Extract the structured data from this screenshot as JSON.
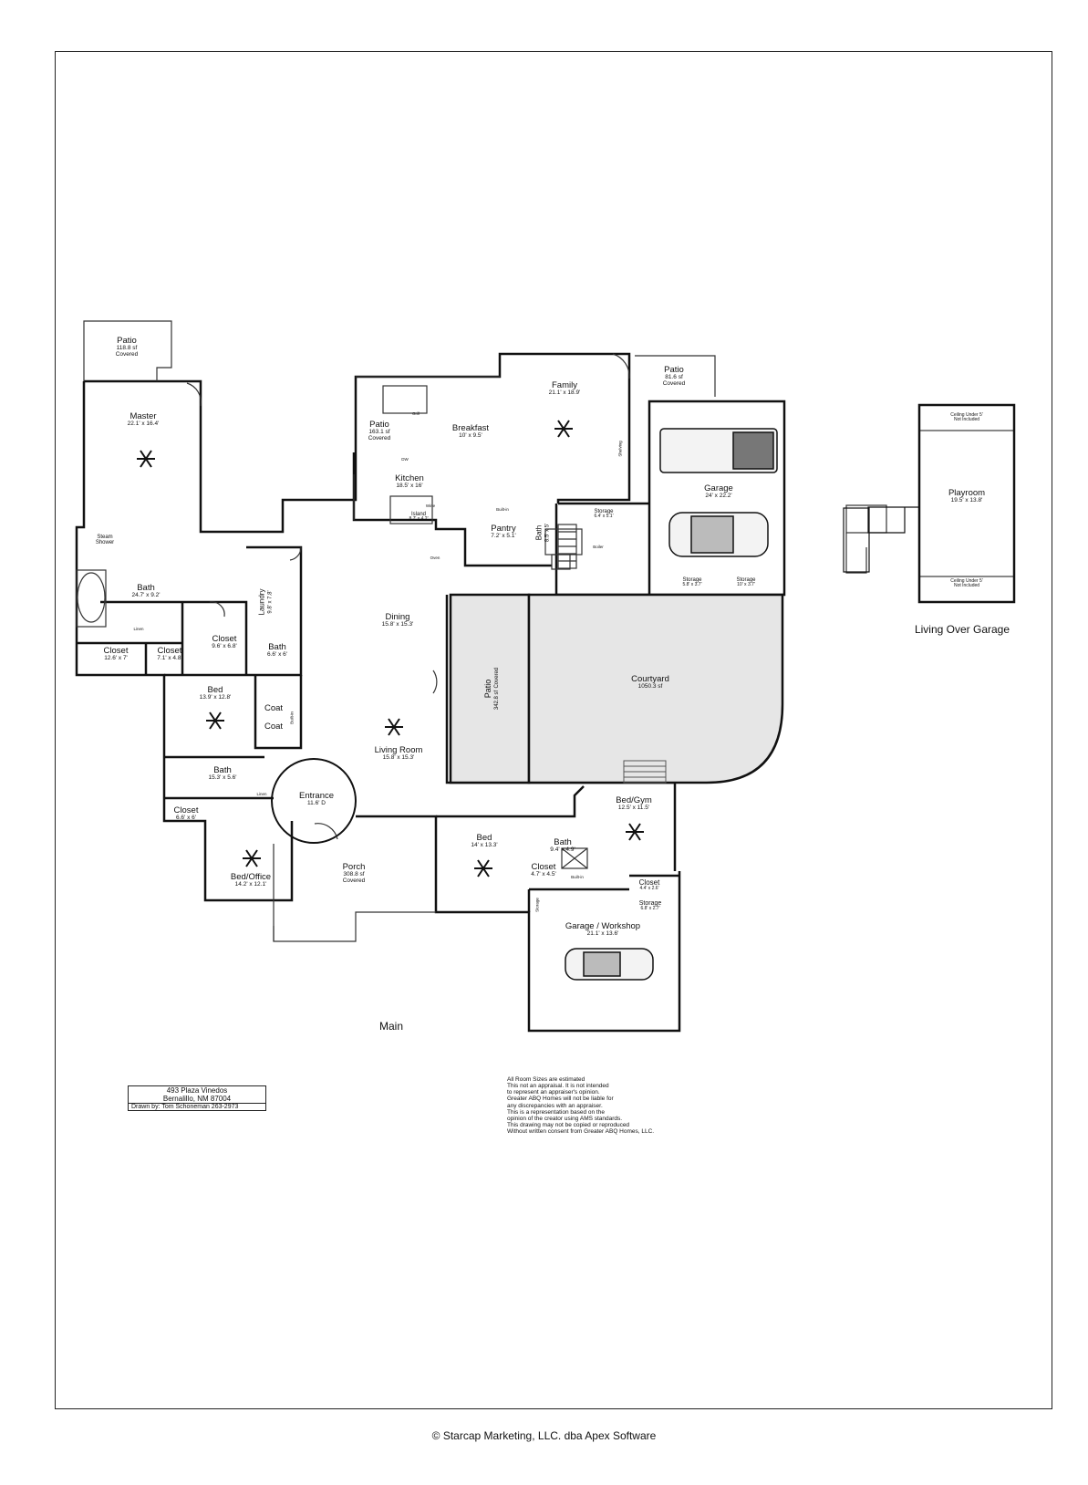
{
  "floor_labels": {
    "main": "Main",
    "upper": "Living Over Garage"
  },
  "rooms": {
    "patio_nw": {
      "name": "Patio",
      "size": "118.8 sf",
      "note": "Covered"
    },
    "master": {
      "name": "Master",
      "size": "22.1' x 16.4'"
    },
    "patio_mid": {
      "name": "Patio",
      "size": "163.1 sf",
      "note": "Covered"
    },
    "breakfast": {
      "name": "Breakfast",
      "size": "10' x 9.5'"
    },
    "family": {
      "name": "Family",
      "size": "21.1' x 18.9'"
    },
    "patio_ne": {
      "name": "Patio",
      "size": "81.6 sf",
      "note": "Covered"
    },
    "garage": {
      "name": "Garage",
      "size": "24' x 22.2'"
    },
    "kitchen": {
      "name": "Kitchen",
      "size": "18.5' x 16'"
    },
    "island": {
      "name": "Island",
      "size": "8.7' x 4.2'"
    },
    "pantry": {
      "name": "Pantry",
      "size": "7.2' x 5.1'"
    },
    "bath_small": {
      "name": "Bath",
      "size": "8.5' x 5'"
    },
    "storage_top": {
      "name": "Storage",
      "size": "6.4' x 5.1'"
    },
    "steam_shower": {
      "name": "Steam Shower"
    },
    "bath_master": {
      "name": "Bath",
      "size": "24.7' x 9.2'"
    },
    "laundry": {
      "name": "Laundry",
      "size": "9.8' x 7.8'"
    },
    "closet_a": {
      "name": "Closet",
      "size": "12.6' x 7'"
    },
    "closet_b": {
      "name": "Closet",
      "size": "7.1' x 4.8'"
    },
    "closet_c": {
      "name": "Closet",
      "size": "9.6' x 6.8'"
    },
    "bath_b": {
      "name": "Bath",
      "size": "6.6' x 6'"
    },
    "storage_g1": {
      "name": "Storage",
      "size": "5.8' x 3.7'"
    },
    "storage_g2": {
      "name": "Storage",
      "size": "10' x 3.7'"
    },
    "dining": {
      "name": "Dining",
      "size": "15.8' x 15.3'"
    },
    "patio_center": {
      "name": "Patio",
      "size": "342.8 sf",
      "note": "Covered"
    },
    "courtyard": {
      "name": "Courtyard",
      "size": "1050.3 sf"
    },
    "bed_left": {
      "name": "Bed",
      "size": "13.9' x 12.8'"
    },
    "coat1": {
      "name": "Coat"
    },
    "coat2": {
      "name": "Coat"
    },
    "living": {
      "name": "Living Room",
      "size": "15.8' x 15.3'"
    },
    "bath_c": {
      "name": "Bath",
      "size": "15.3' x 5.6'"
    },
    "closet_d": {
      "name": "Closet",
      "size": "6.6' x 6'"
    },
    "entrance": {
      "name": "Entrance",
      "size": "11.6' D"
    },
    "bed_office": {
      "name": "Bed/Office",
      "size": "14.2' x 12.1'"
    },
    "porch": {
      "name": "Porch",
      "size": "308.8 sf",
      "note": "Covered"
    },
    "bed_right": {
      "name": "Bed",
      "size": "14' x 13.3'"
    },
    "bath_d": {
      "name": "Bath",
      "size": "9.4' x 4.9'"
    },
    "bed_gym": {
      "name": "Bed/Gym",
      "size": "12.5' x 11.5'"
    },
    "closet_e": {
      "name": "Closet",
      "size": "4.7' x 4.5'"
    },
    "closet_f": {
      "name": "Closet",
      "size": "4.4' x 2.6'"
    },
    "storage_s": {
      "name": "Storage",
      "size": "6.8' x 2.7'"
    },
    "workshop": {
      "name": "Garage / Workshop",
      "size": "21.1' x 13.6'"
    },
    "playroom": {
      "name": "Playroom",
      "size": "19.5' x 13.8'"
    },
    "ceiling_top": {
      "line1": "Ceiling Under 5'",
      "line2": "Not Included"
    },
    "ceiling_bottom": {
      "line1": "Ceiling Under 5'",
      "line2": "Not Included"
    }
  },
  "fixtures": {
    "grill": "Grill",
    "dw": "DW",
    "oven": "Oven",
    "wine": "Wine",
    "builtin": "Built-in",
    "linen": "Linen",
    "boiler": "Boiler",
    "storage_small": "Storage",
    "shelving": "Shelving"
  },
  "address": {
    "line1": "493 Plaza Vinedos",
    "line2": "Bernalillo, NM 87004",
    "drawn_by": "Drawn by:  Tom Schoneman 263-2973"
  },
  "disclaimer": [
    "All Room Sizes are estimated",
    "This not an appraisal.  It is not intended",
    "to represent an appraiser's opinion.",
    "Greater ABQ Homes will not be liable for",
    "any discrepancies with an appraiser.",
    "This is a representation based on the",
    "opinion of the creator using AMS standards.",
    "This drawing may not be copied or reproduced",
    "Without written consent from Greater ABQ Homes, LLC."
  ],
  "copyright": "© Starcap Marketing, LLC. dba Apex Software"
}
